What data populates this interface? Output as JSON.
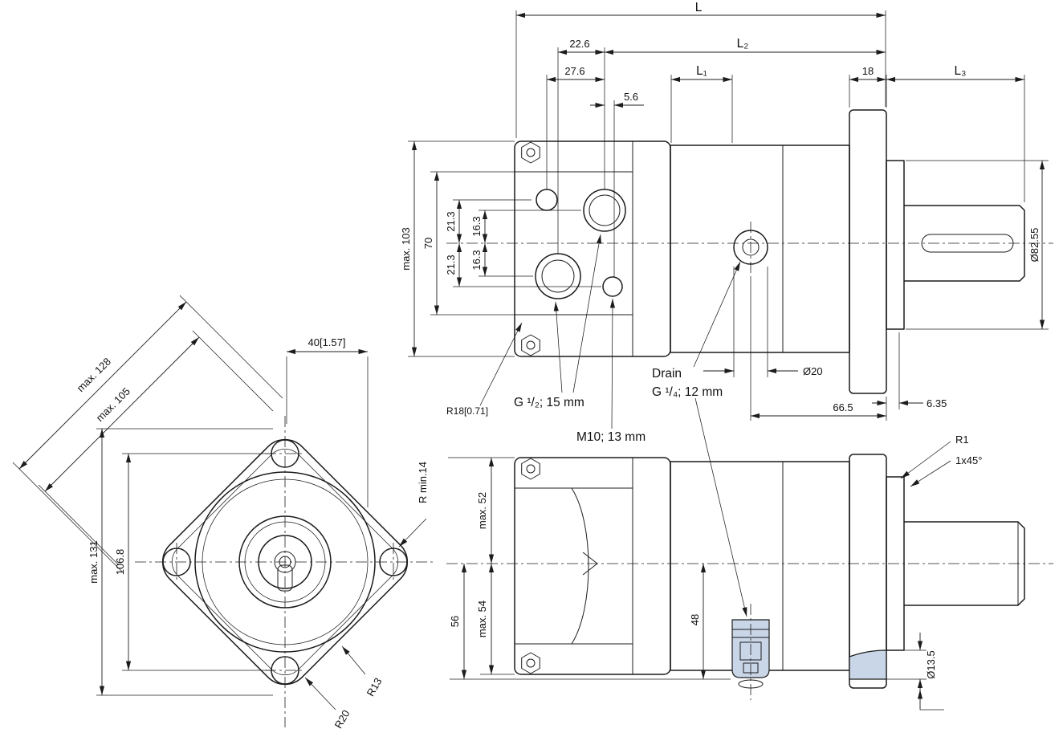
{
  "drawing_type": "hydraulic-motor-dimensional-drawing",
  "colors": {
    "line": "#1c1c1c",
    "highlight": "#c9d6e8",
    "background": "#ffffff",
    "text": "#111111"
  },
  "views": {
    "side_top": {
      "dims": {
        "L": "L",
        "L1": "L₁",
        "L2": "L₂",
        "L3": "L₃",
        "d226": "22.6",
        "d276": "27.6",
        "d56": "5.6",
        "d18": "18",
        "max103": "max. 103",
        "d70": "70",
        "d213a": "21.3",
        "d163a": "16.3",
        "d163b": "16.3",
        "d213b": "21.3",
        "dia8255": "Ø82.55",
        "dia20": "Ø20",
        "d665": "66.5",
        "d635": "6.35"
      },
      "labels": {
        "r18": "R18[0.71]",
        "g12": "G ¹/₂; 15 mm",
        "m10": "M10; 13 mm",
        "drain_title": "Drain",
        "drain_spec": "G ¹/₄; 12 mm"
      }
    },
    "side_bottom": {
      "dims": {
        "max52": "max. 52",
        "max54": "max. 54",
        "d56": "56",
        "d48": "48",
        "dia135": "Ø13.5"
      },
      "labels": {
        "r1": "R1",
        "chamfer": "1x45°"
      }
    },
    "front": {
      "dims": {
        "max128": "max. 128",
        "max105": "max. 105",
        "d40": "40[1.57]",
        "d1068": "106.8",
        "max131": "max. 131"
      },
      "labels": {
        "rmin14": "R min.14",
        "r13": "R13",
        "r20": "R20"
      }
    }
  }
}
